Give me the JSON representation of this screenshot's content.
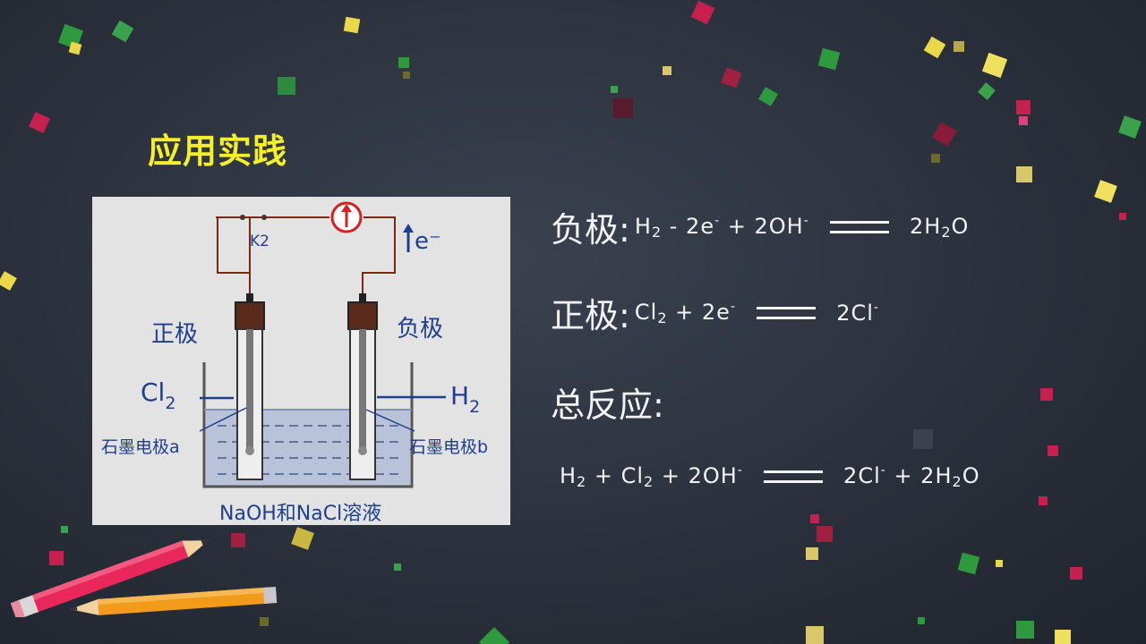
{
  "title": "应用实践",
  "diagram": {
    "switch_label": "K2",
    "electron_label": "e⁻",
    "anode_label": "正极",
    "cathode_label": "负极",
    "cl2_label": "Cl",
    "cl2_sub": "2",
    "h2_label": "H",
    "h2_sub": "2",
    "electrode_a_label": "石墨电极a",
    "electrode_b_label": "石墨电极b",
    "solution_label": "NaOH和NaCl溶液"
  },
  "equations": {
    "negative": {
      "label": "负极:",
      "h2": "H",
      "h2_sub": "2",
      "minus": " - 2e",
      "e_sup": "-",
      "plus_oh": " + 2OH",
      "oh_sup": "-",
      "product": "2H",
      "product_sub": "2",
      "product_tail": "O"
    },
    "positive": {
      "label": "正极:",
      "cl2": "Cl",
      "cl2_sub": "2",
      "plus_e": " + 2e",
      "e_sup": "-",
      "product": "2Cl",
      "product_sup": "-"
    },
    "total": {
      "label": "总反应:",
      "h2": "H",
      "h2_sub": "2",
      "plus_cl2": " + Cl",
      "cl2_sub": "2",
      "plus_oh": " + 2OH",
      "oh_sup": "-",
      "p1": "2Cl",
      "p1_sup": "-",
      "p2": " + 2H",
      "p2_sub": "2",
      "p2_tail": "O"
    }
  },
  "colors": {
    "background": "#2b313c",
    "title": "#f5ee2a",
    "text": "#f3f3f3",
    "diagram_text": "#1f3f8c",
    "wire": "#7a2a14",
    "meter": "#d42020"
  }
}
